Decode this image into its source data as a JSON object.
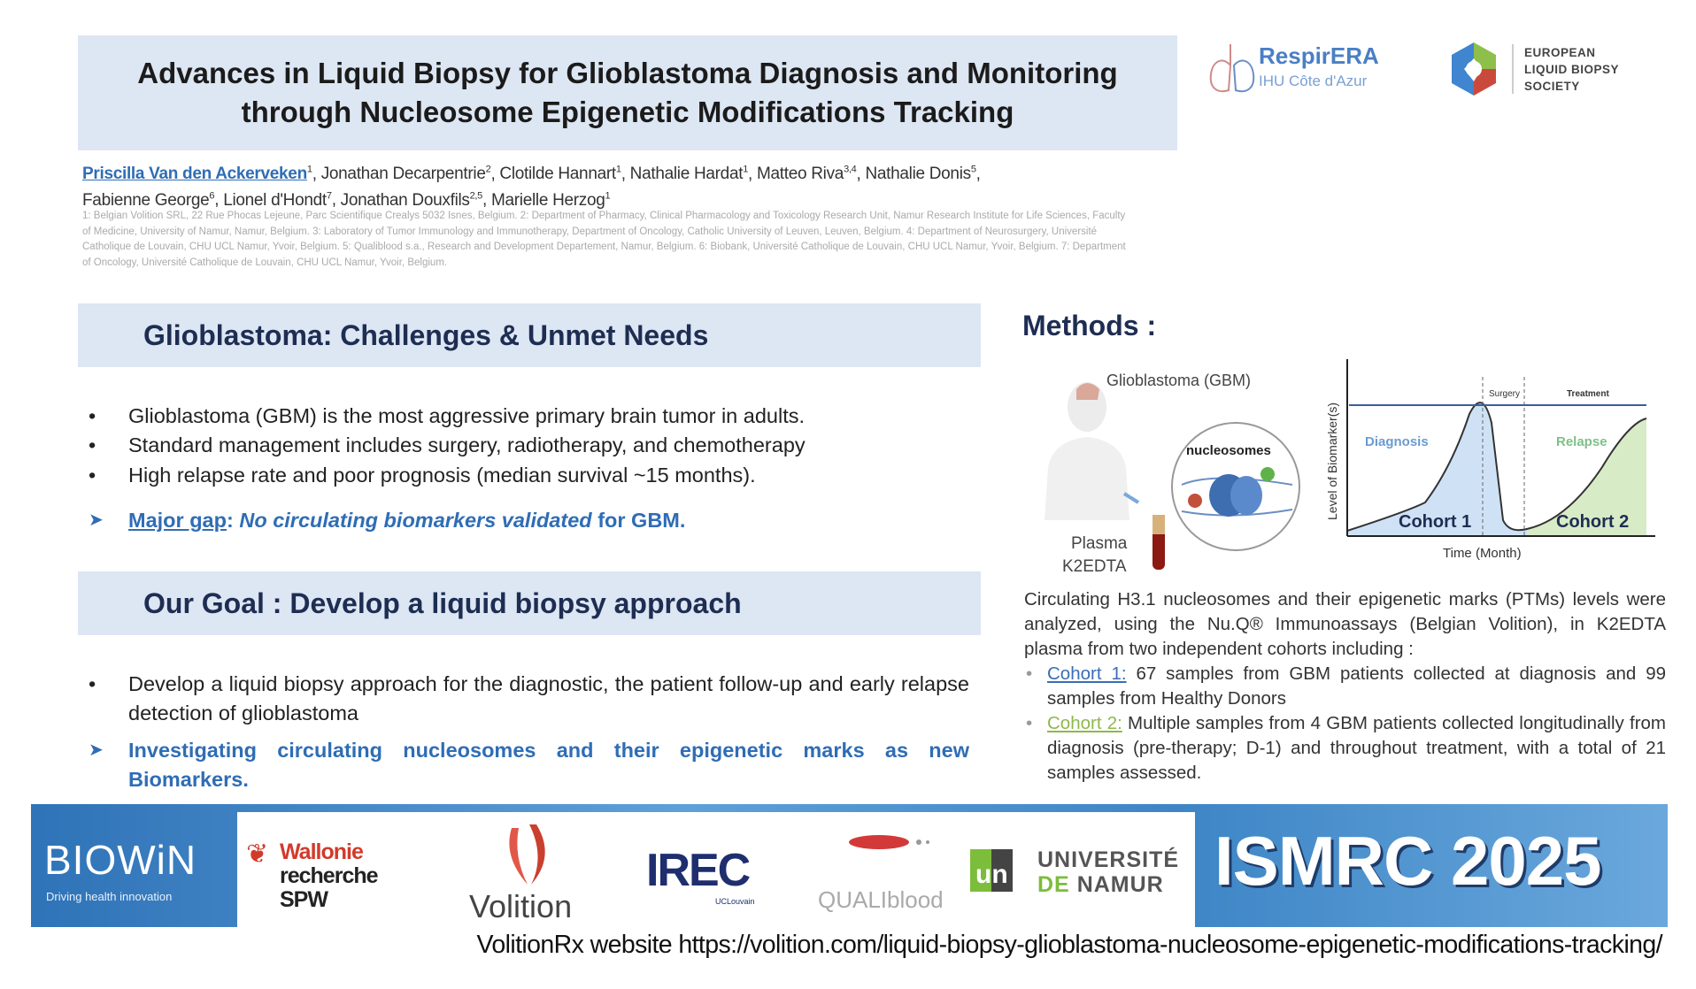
{
  "title": {
    "line1": "Advances in Liquid Biopsy for Glioblastoma Diagnosis and Monitoring",
    "line2": "through Nucleosome Epigenetic Modifications Tracking"
  },
  "header_logos": {
    "respirera": {
      "name": "RespirERA",
      "sub": "IHU Côte d'Azur"
    },
    "elbs": {
      "line1": "EUROPEAN",
      "line2": "LIQUID BIOPSY",
      "line3": "SOCIETY"
    }
  },
  "authors": [
    {
      "name": "Priscilla Van den Ackerveken",
      "sup": "1"
    },
    {
      "name": "Jonathan Decarpentrie",
      "sup": "2"
    },
    {
      "name": "Clotilde Hannart",
      "sup": "1"
    },
    {
      "name": "Nathalie Hardat",
      "sup": "1"
    },
    {
      "name": "Matteo Riva",
      "sup": "3,4"
    },
    {
      "name": "Nathalie Donis",
      "sup": "5"
    },
    {
      "name": "Fabienne George",
      "sup": "6"
    },
    {
      "name": "Lionel d'Hondt",
      "sup": "7"
    },
    {
      "name": "Jonathan Douxfils",
      "sup": "2,5"
    },
    {
      "name": "Marielle Herzog",
      "sup": "1"
    }
  ],
  "affiliations": "1: Belgian Volition SRL, 22 Rue Phocas Lejeune, Parc Scientifique Crealys 5032 Isnes, Belgium. 2: Department of Pharmacy, Clinical Pharmacology and Toxicology Research Unit, Namur Research Institute for Life Sciences, Faculty of Medicine, University of Namur, Namur, Belgium. 3: Laboratory of Tumor Immunology and Immunotherapy, Department of Oncology, Catholic University of Leuven, Leuven, Belgium. 4: Department of Neurosurgery, Université Catholique de Louvain, CHU UCL Namur, Yvoir, Belgium. 5: Qualiblood s.a., Research and Development Departement, Namur, Belgium. 6: Biobank, Université Catholique de Louvain, CHU UCL Namur, Yvoir, Belgium. 7: Department of Oncology, Université Catholique de Louvain, CHU UCL Namur, Yvoir, Belgium.",
  "section1": {
    "heading": "Glioblastoma: Challenges & Unmet Needs",
    "bullets": [
      "Glioblastoma (GBM) is the most aggressive primary brain tumor in adults.",
      "Standard management includes surgery, radiotherapy, and chemotherapy",
      "High relapse rate and poor prognosis (median survival ~15 months)."
    ],
    "gap_label": "Major gap",
    "gap_sep": ": ",
    "gap_italic": "No circulating biomarkers validated",
    "gap_end": " for GBM."
  },
  "section2": {
    "heading": "Our Goal : Develop a liquid biopsy approach",
    "bullet": "Develop a liquid biopsy approach for the diagnostic, the patient follow-up and early relapse detection of glioblastoma",
    "highlight": "Investigating circulating nucleosomes and their epigenetic marks as new Biomarkers."
  },
  "methods": {
    "heading": "Methods :",
    "diagram": {
      "gbm_label": "Glioblastoma (GBM)",
      "nucleosomes_label": "nucleosomes",
      "plasma_label": "Plasma",
      "tube_label": "K2EDTA",
      "y_axis": "Level of Biomarker(s)",
      "x_axis": "Time (Month)",
      "surgery": "Surgery",
      "treatment": "Treatment",
      "diagnosis": "Diagnosis",
      "relapse": "Relapse",
      "cohort1": "Cohort 1",
      "cohort2": "Cohort 2"
    },
    "intro": "Circulating H3.1 nucleosomes and their epigenetic marks (PTMs) levels were analyzed, using the Nu.Q® Immunoassays (Belgian Volition), in K2EDTA plasma from two independent cohorts including :",
    "cohorts": [
      {
        "label": "Cohort 1:",
        "text": " 67 samples from GBM patients collected at diagnosis and 99 samples from Healthy Donors"
      },
      {
        "label": "Cohort 2:",
        "text": " Multiple samples from 4 GBM patients collected longitudinally from diagnosis (pre-therapy; D-1) and throughout treatment, with a total of 21 samples assessed."
      }
    ]
  },
  "footer": {
    "biowin": "BIOWiN",
    "biowin_tag": "Driving health innovation",
    "wallonie1": "Wallonie",
    "wallonie2": "recherche",
    "wallonie3": "SPW",
    "volition": "Volition",
    "irec": "IREC",
    "irec_sub": "UCLouvain",
    "qualiblood": "QUALIblood",
    "unamur1": "UNIVERSITÉ",
    "unamur2": "DE NAMUR",
    "ismrc": "ISMRC 2025"
  },
  "caption": "VolitionRx website https://volition.com/liquid-biopsy-glioblastoma-nucleosome-epigenetic-modifications-tracking/",
  "colors": {
    "accent": "#2f6db5",
    "header_bg": "#dde6f3",
    "heading": "#1e2d52"
  }
}
